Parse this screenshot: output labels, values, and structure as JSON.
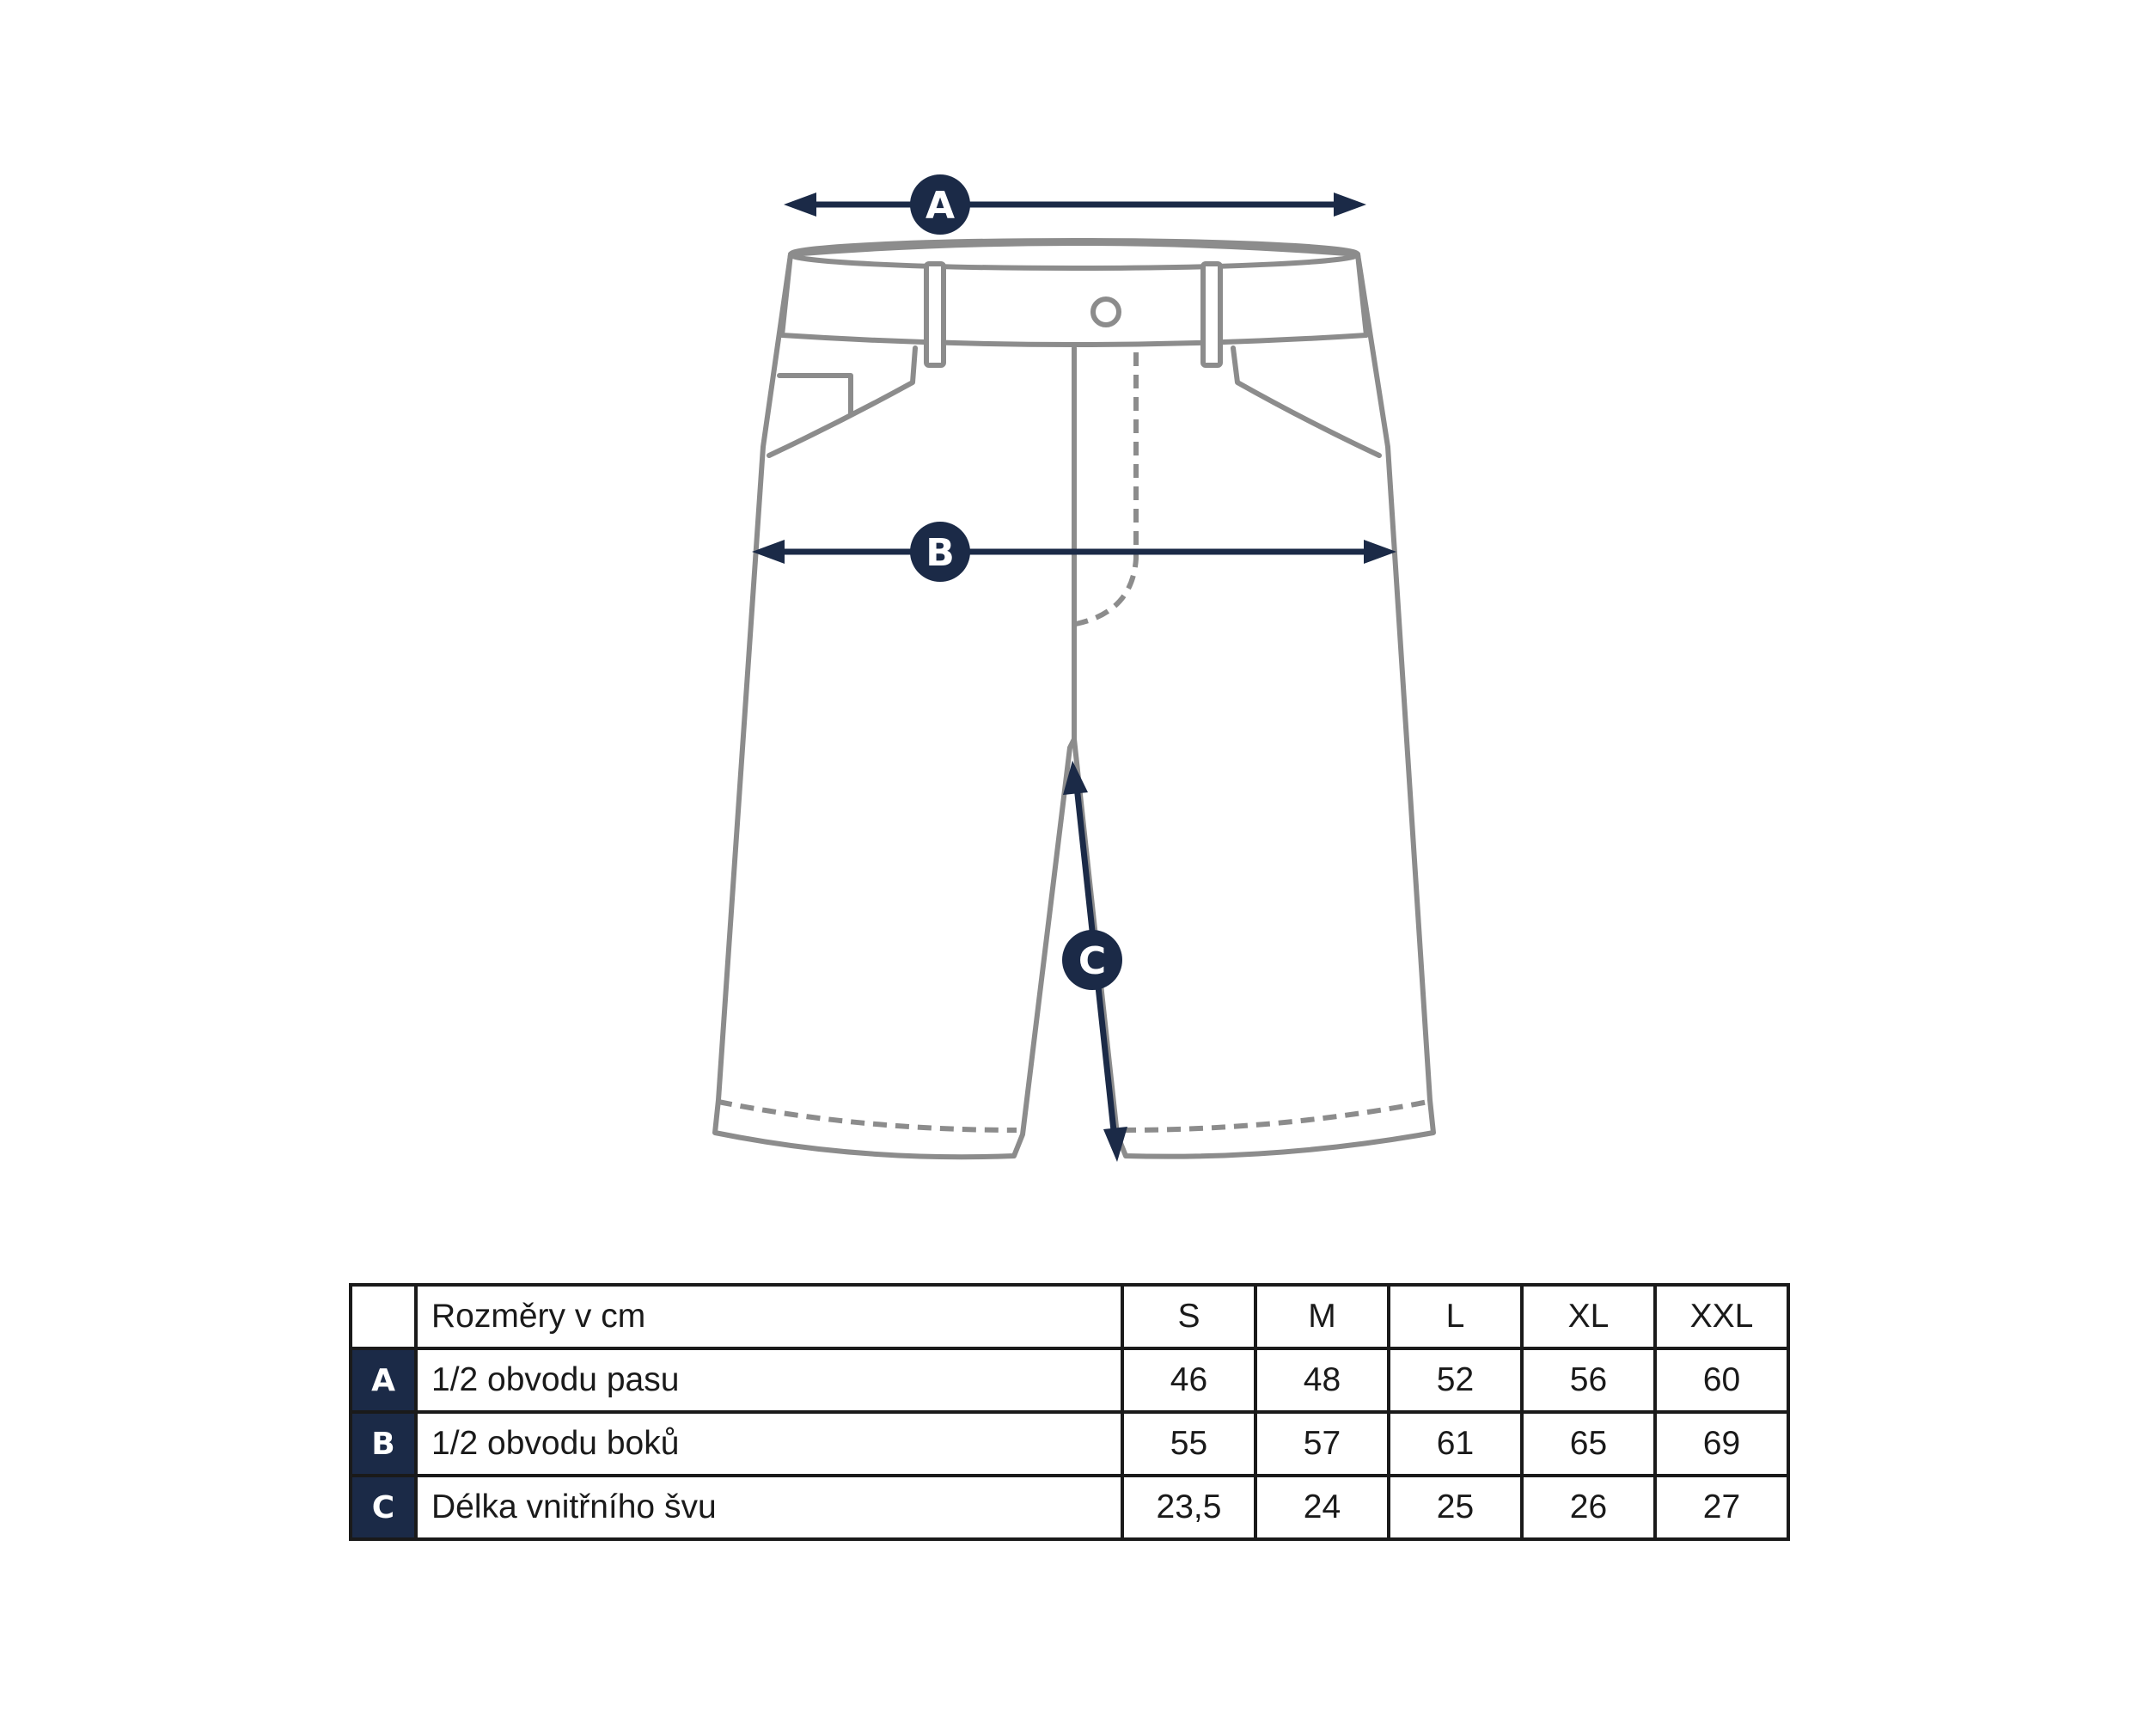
{
  "markers": {
    "a": "A",
    "b": "B",
    "c": "C"
  },
  "colors": {
    "accent": "#1b2a47",
    "outline": "#8c8c8c",
    "table_border": "#1a1a1a"
  },
  "table": {
    "header": {
      "label": "Rozměry v cm",
      "sizes": [
        "S",
        "M",
        "L",
        "XL",
        "XXL"
      ]
    },
    "rows": [
      {
        "key": "A",
        "label": "1/2 obvodu pasu",
        "values": [
          "46",
          "48",
          "52",
          "56",
          "60"
        ]
      },
      {
        "key": "B",
        "label": "1/2 obvodu boků",
        "values": [
          "55",
          "57",
          "61",
          "65",
          "69"
        ]
      },
      {
        "key": "C",
        "label": "Délka vnitřního švu",
        "values": [
          "23,5",
          "24",
          "25",
          "26",
          "27"
        ]
      }
    ]
  }
}
